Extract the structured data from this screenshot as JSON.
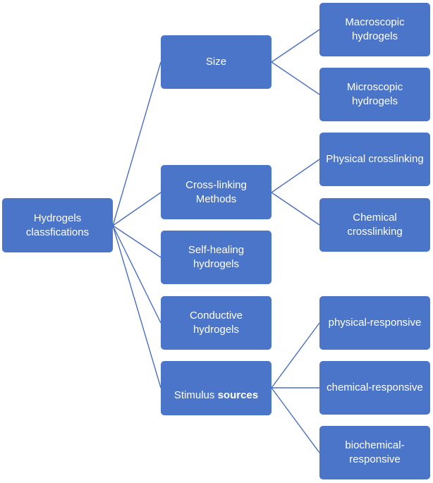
{
  "root": {
    "label": "Hydrogels\nclassfications"
  },
  "categories": [
    {
      "id": "size",
      "label": "Size"
    },
    {
      "id": "cross",
      "label": "Cross-linking\nMethods"
    },
    {
      "id": "self",
      "label": "Self-healing\nhydrogels"
    },
    {
      "id": "cond",
      "label": "Conductive\nhydrogels"
    },
    {
      "id": "stim",
      "label_plain": "Stimulus ",
      "label_bold": "sources"
    }
  ],
  "subtypes": {
    "size": [
      "Macroscopic\nhydrogels",
      "Microscopic\nhydrogels"
    ],
    "cross": [
      "Physical crosslinking",
      "Chemical\ncrosslinking"
    ],
    "stim": [
      "physical-responsive",
      "chemical-responsive",
      "biochemical-\nresponsive"
    ]
  },
  "colors": {
    "node_fill": "#4b75c9",
    "connector": "#4a6fbf",
    "text": "#ffffff"
  }
}
